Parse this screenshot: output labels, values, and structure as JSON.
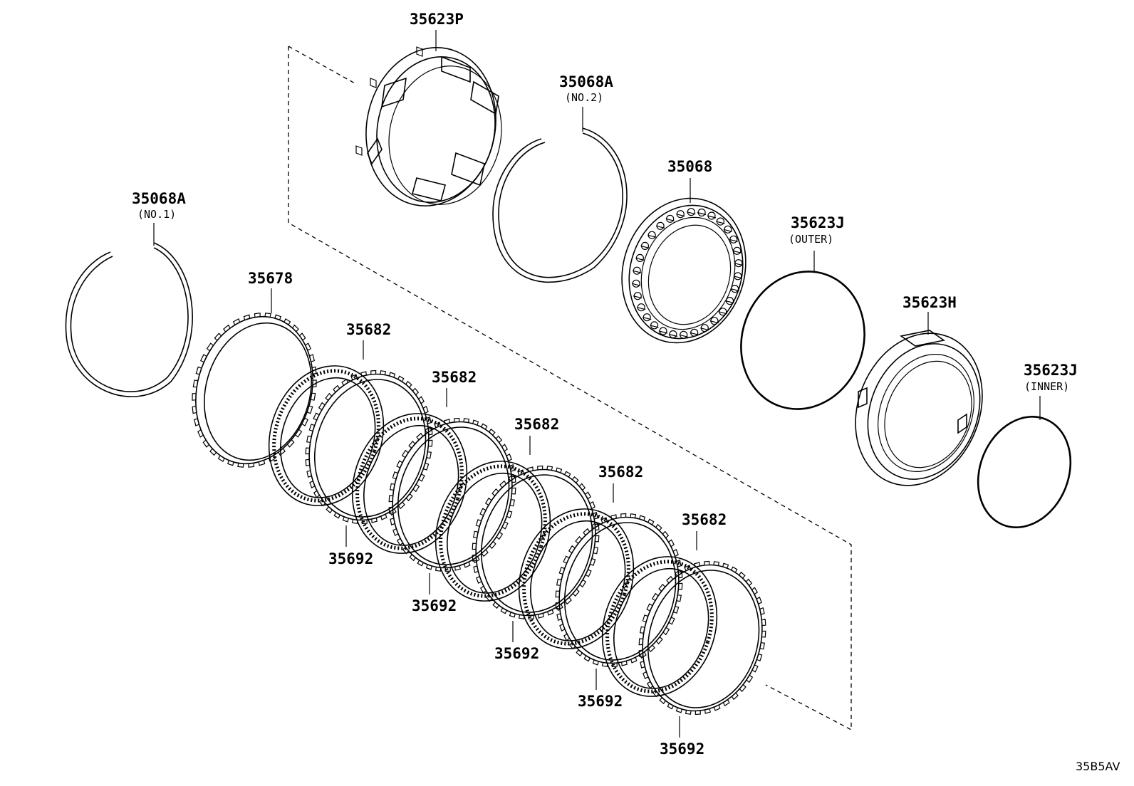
{
  "labels": {
    "p35623P": "35623P",
    "p35068A_2": "35068A",
    "p35068A_2_sub": "(NO.2)",
    "p35068": "35068",
    "p35623J_outer": "35623J",
    "p35623J_outer_sub": "(OUTER)",
    "p35068A_1": "35068A",
    "p35068A_1_sub": "(NO.1)",
    "p35678": "35678",
    "p35623H": "35623H",
    "p35623J_inner": "35623J",
    "p35623J_inner_sub": "(INNER)",
    "p35682": "35682",
    "p35692": "35692"
  },
  "diagram_code": "35B5AV"
}
